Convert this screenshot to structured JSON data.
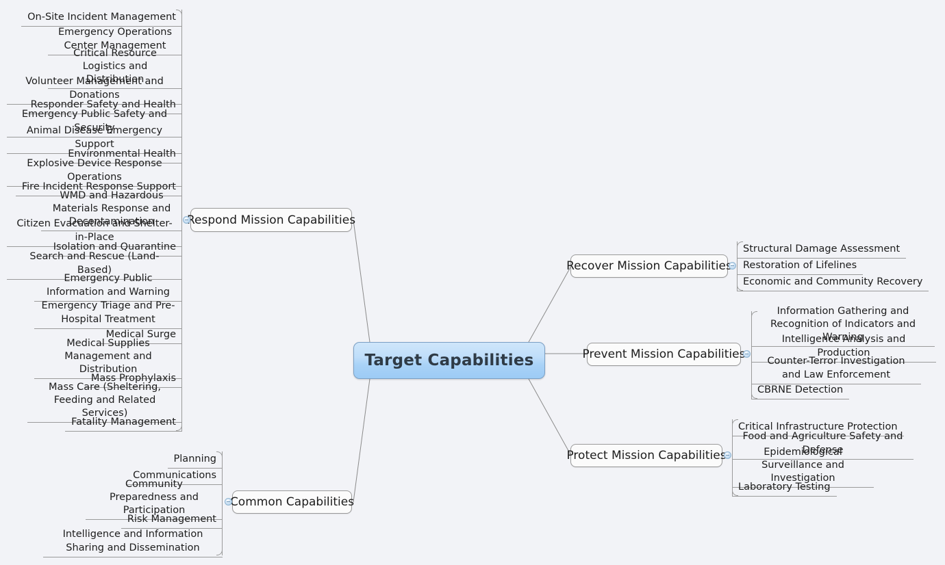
{
  "colors": {
    "background": "#f2f3f7",
    "root_fill_top": "#cfe6fa",
    "root_fill_bottom": "#9ccbf5",
    "root_border": "#7a9fc4",
    "node_fill": "#fbfbfb",
    "node_border": "#9a9a9a",
    "edge": "#8b8b8b",
    "text": "#1c1c1c",
    "root_text": "#2f3b46",
    "handle": "#a9cbe8"
  },
  "root": {
    "label": "Target Capabilities"
  },
  "branches": [
    {
      "id": "respond",
      "label": "Respond Mission Capabilities",
      "side": "left",
      "children": [
        "On-Site Incident Management",
        "Emergency Operations Center Management",
        "Critical Resource Logistics and Distribution",
        "Volunteer Management and Donations",
        "Responder Safety and Health",
        "Emergency Public Safety and Security",
        "Animal Disease Emergency Support",
        "Environmental Health",
        "Explosive Device Response Operations",
        "Fire Incident Response Support",
        "WMD and Hazardous Materials Response and Decontamination",
        "Citizen Evacuation and Shelter-in-Place",
        "Isolation and Quarantine",
        "Search and Rescue (Land-Based)",
        "Emergency Public Information and Warning",
        "Emergency Triage and Pre-Hospital Treatment",
        "Medical Surge",
        "Medical Supplies Management and Distribution",
        "Mass Prophylaxis",
        "Mass Care (Sheltering, Feeding and Related Services)",
        "Fatality Management"
      ]
    },
    {
      "id": "recover",
      "label": "Recover Mission Capabilities",
      "side": "right",
      "children": [
        "Structural Damage Assessment",
        "Restoration of Lifelines",
        "Economic and Community Recovery"
      ]
    },
    {
      "id": "prevent",
      "label": "Prevent Mission Capabilities",
      "side": "right",
      "children": [
        "Information Gathering and Recognition of Indicators and Warning",
        "Intelligence Analysis and Production",
        "Counter-Terror Investigation and Law Enforcement",
        "CBRNE Detection"
      ]
    },
    {
      "id": "protect",
      "label": "Protect Mission Capabilities",
      "side": "right",
      "children": [
        "Critical Infrastructure Protection",
        "Food and Agriculture Safety and Defense",
        "Epidemiological Surveillance and Investigation",
        "Laboratory Testing"
      ]
    },
    {
      "id": "common",
      "label": "Common Capabilities",
      "side": "left",
      "children": [
        "Planning",
        "Communications",
        "Community Preparedness and Participation",
        "Risk Management",
        "Intelligence and Information Sharing and Dissemination"
      ]
    }
  ]
}
